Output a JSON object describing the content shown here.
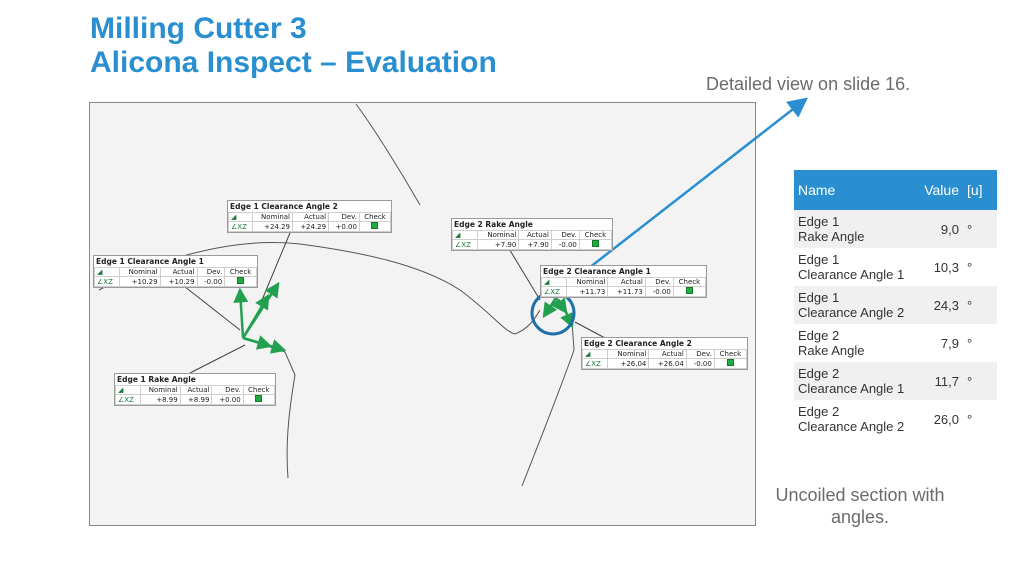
{
  "slide": {
    "title_line1": "Milling Cutter 3",
    "title_line2": "Alicona Inspect – Evaluation",
    "note_detail": "Detailed view on slide 16.",
    "note_caption": "Uncoiled section with angles."
  },
  "colors": {
    "accent": "#2a8fd0",
    "vector_green": "#22a050",
    "note_gray": "#6b6b6b"
  },
  "measure_header": {
    "plane_icon": "angle-plane-icon",
    "nominal": "Nominal",
    "actual": "Actual",
    "dev": "Dev.",
    "check": "Check"
  },
  "measurements": [
    {
      "title": "Edge 1 Clearance Angle 2",
      "axis": "∠XZ",
      "nominal": "+24.29",
      "actual": "+24.29",
      "dev": "+0.00"
    },
    {
      "title": "Edge 1 Clearance Angle 1",
      "axis": "∠XZ",
      "nominal": "+10.29",
      "actual": "+10.29",
      "dev": "-0.00"
    },
    {
      "title": "Edge 1 Rake Angle",
      "axis": "∠XZ",
      "nominal": "+8.99",
      "actual": "+8.99",
      "dev": "+0.00"
    },
    {
      "title": "Edge 2 Rake Angle",
      "axis": "∠XZ",
      "nominal": "+7.90",
      "actual": "+7.90",
      "dev": "-0.00"
    },
    {
      "title": "Edge 2 Clearance Angle 1",
      "axis": "∠XZ",
      "nominal": "+11.73",
      "actual": "+11.73",
      "dev": "-0.00"
    },
    {
      "title": "Edge 2 Clearance Angle 2",
      "axis": "∠XZ",
      "nominal": "+26.04",
      "actual": "+26.04",
      "dev": "-0.00"
    }
  ],
  "summary_table": {
    "headers": {
      "name": "Name",
      "value": "Value",
      "unit": "[u]"
    },
    "rows": [
      {
        "line1": "Edge 1",
        "line2": "Rake Angle",
        "value": "9,0",
        "unit": "°"
      },
      {
        "line1": "Edge 1",
        "line2": "Clearance Angle 1",
        "value": "10,3",
        "unit": "°"
      },
      {
        "line1": "Edge 1",
        "line2": "Clearance Angle 2",
        "value": "24,3",
        "unit": "°"
      },
      {
        "line1": "Edge 2",
        "line2": "Rake Angle",
        "value": "7,9",
        "unit": "°"
      },
      {
        "line1": "Edge 2",
        "line2": "Clearance Angle 1",
        "value": "11,7",
        "unit": "°"
      },
      {
        "line1": "Edge 2",
        "line2": "Clearance Angle 2",
        "value": "26,0",
        "unit": "°"
      }
    ]
  }
}
